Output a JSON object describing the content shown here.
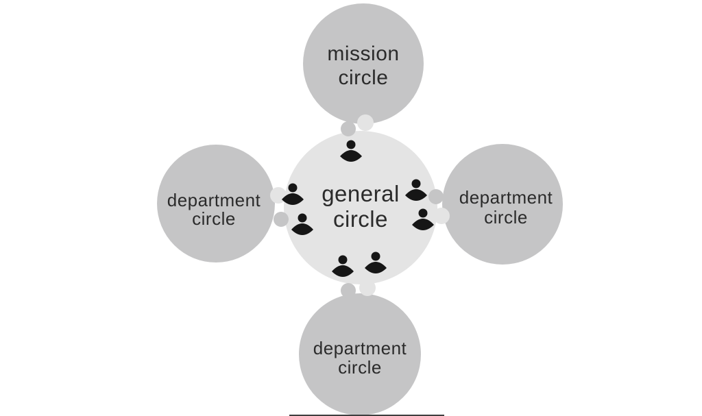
{
  "colors": {
    "background": "#ffffff",
    "outer_circle": "#c5c5c6",
    "center_circle": "#e4e4e4",
    "person_icon": "#161616",
    "label_text": "#2b2b2b",
    "bottom_edge_line": "#3f3f3f"
  },
  "circles": {
    "center": {
      "line1": "general",
      "line2": "circle"
    },
    "mission": {
      "line1": "mission",
      "line2": "circle"
    },
    "dept_left": {
      "line1": "department",
      "line2": "circle"
    },
    "dept_right": {
      "line1": "department",
      "line2": "circle"
    },
    "dept_bottom": {
      "line1": "department",
      "line2": "circle"
    }
  },
  "icons": {
    "person": "person-silhouette",
    "person_count_center": 7
  }
}
